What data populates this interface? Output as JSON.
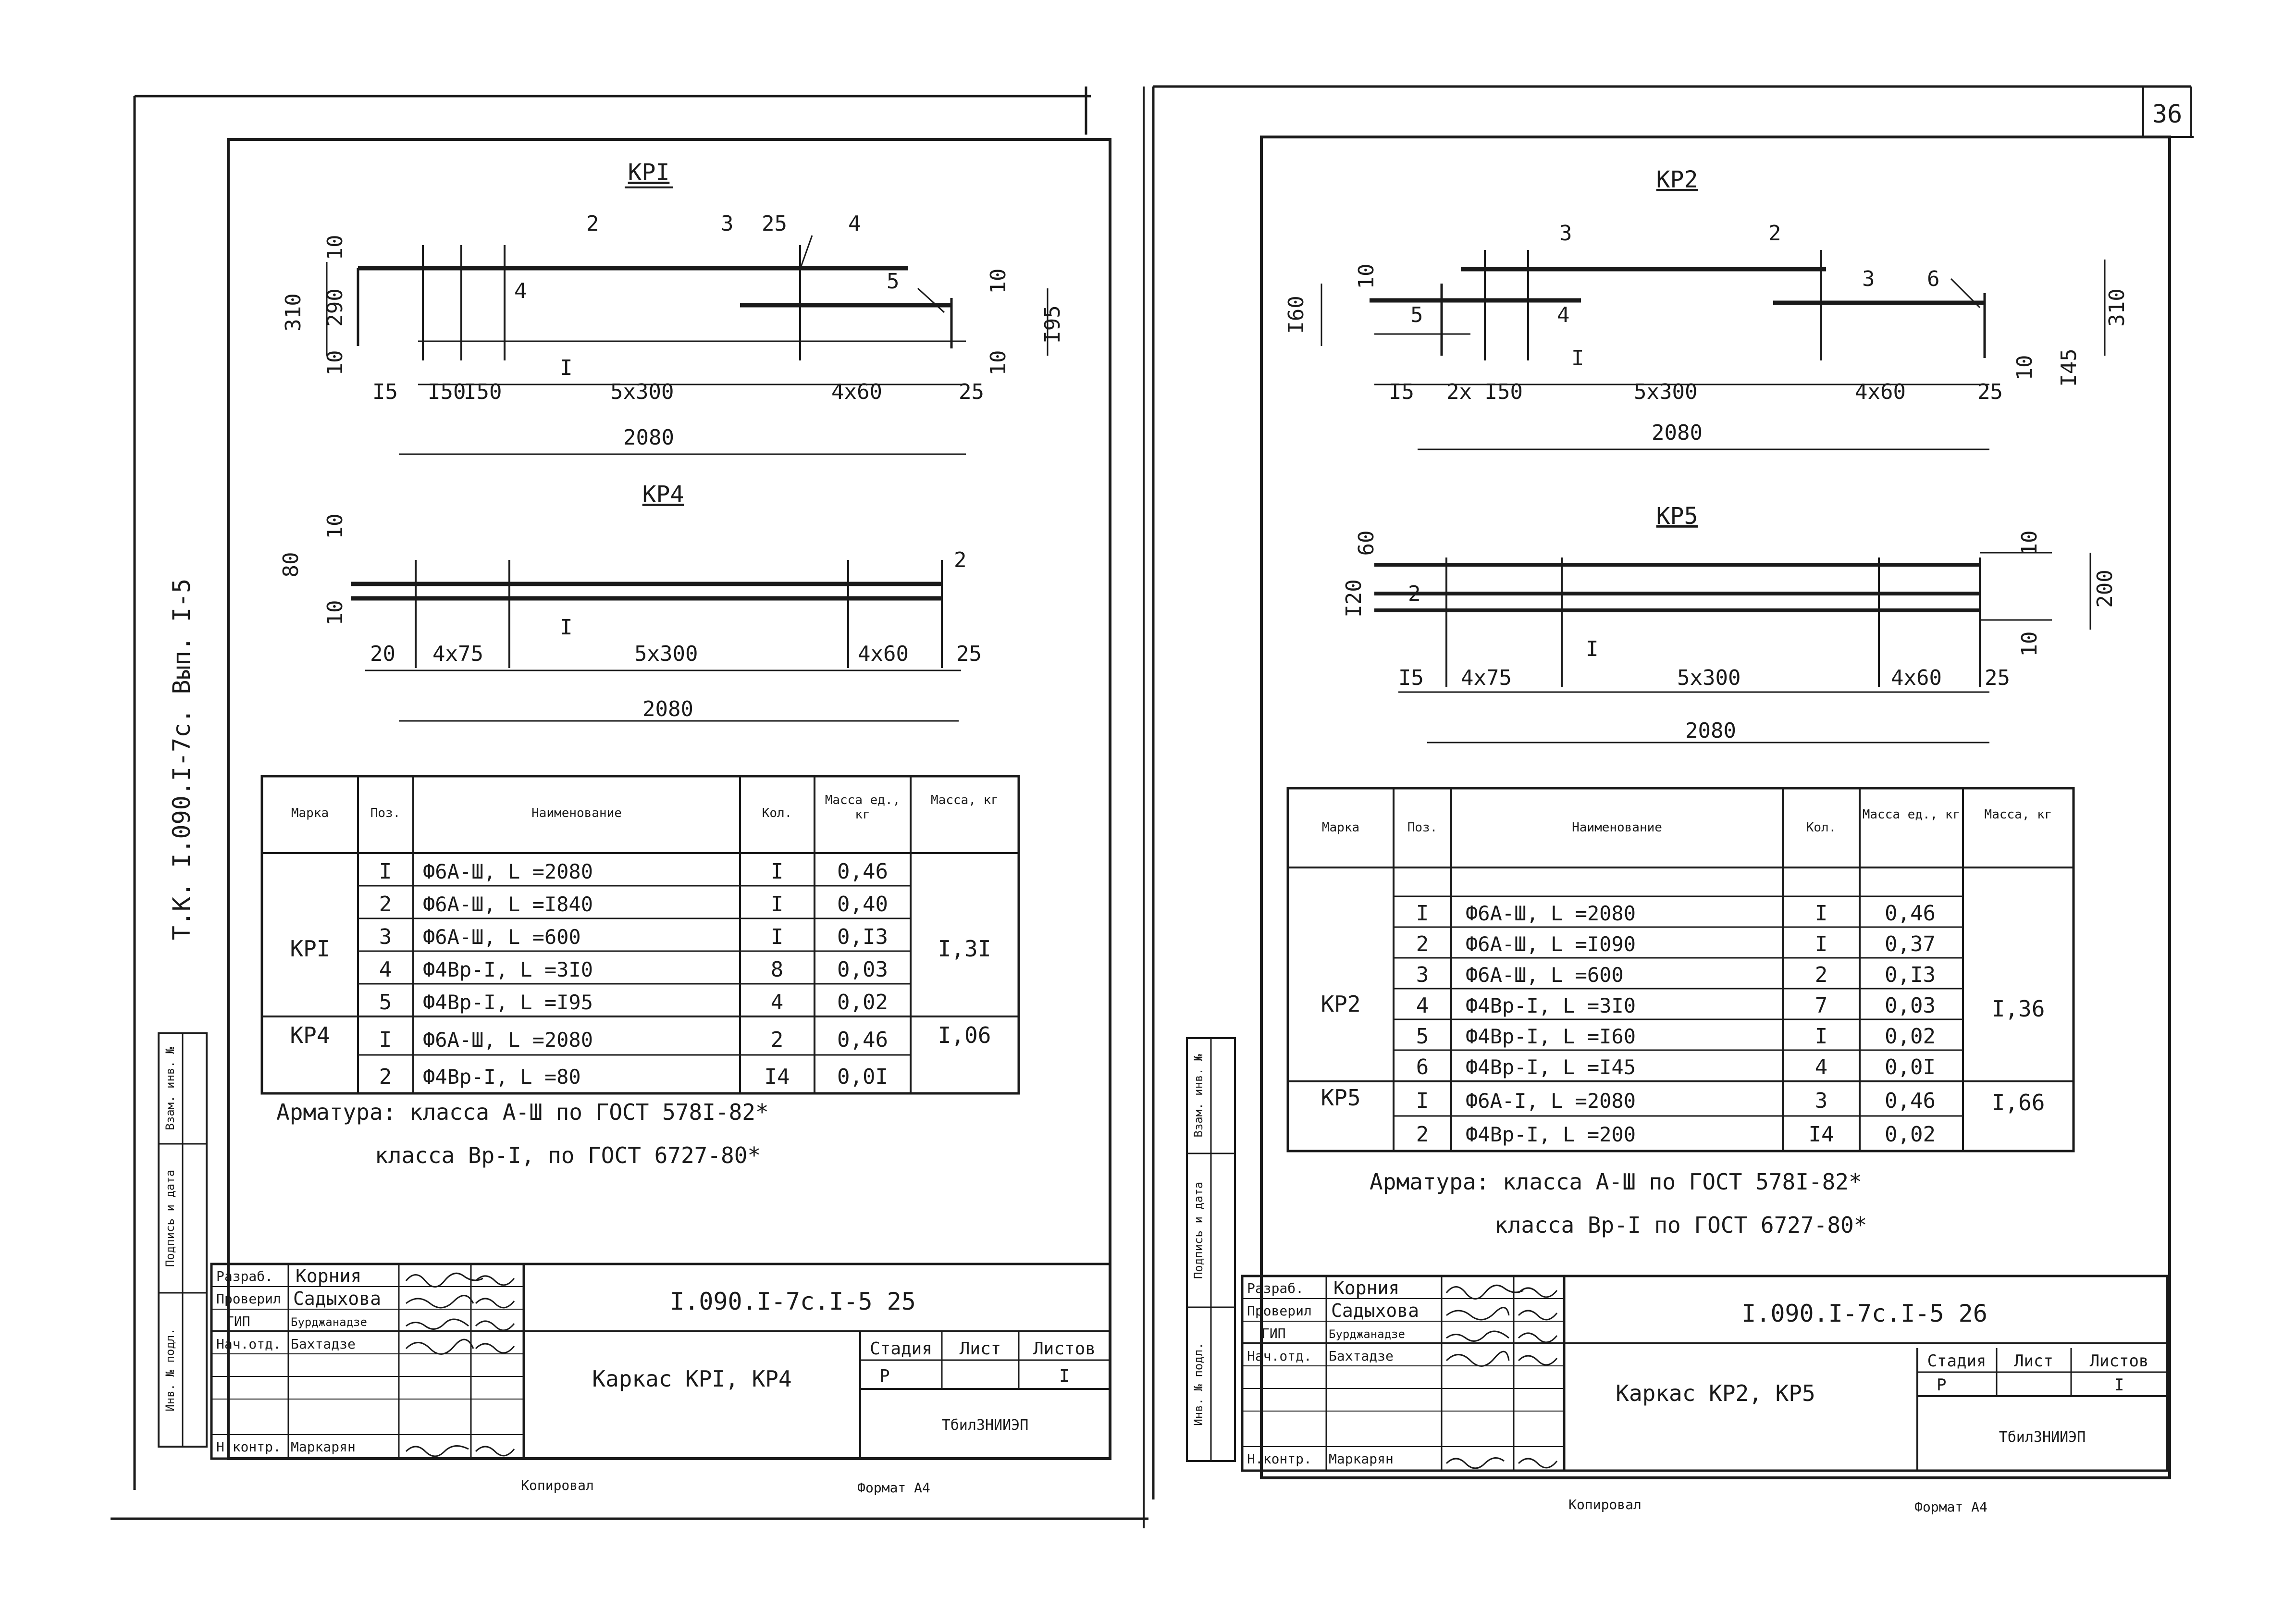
{
  "page_number": "36",
  "sheets": [
    {
      "side_caption": "Т.К. I.090.I-7с. Вып. I-5",
      "drawings": [
        {
          "title": "КРI",
          "dims": [
            "2",
            "3",
            "25",
            "4",
            "5",
            "4",
            "I",
            "310",
            "290",
            "10",
            "10",
            "10",
            "I95",
            "10",
            "I5",
            "I50",
            "I50",
            "5х300",
            "4х60",
            "25",
            "2080"
          ]
        },
        {
          "title": "КР4",
          "dims": [
            "10",
            "80",
            "10",
            "I",
            "2",
            "20",
            "4х75",
            "5х300",
            "4х60",
            "25",
            "2080"
          ]
        }
      ],
      "table": {
        "headers": [
          "Марка",
          "Поз.",
          "Наименование",
          "Кол.",
          "Масса ед., кг",
          "Масса, кг"
        ],
        "groups": [
          {
            "mark": "КРI",
            "total": "I,3I",
            "rows": [
              [
                "I",
                "Ф6А-Ш,  L =2080",
                "I",
                "0,46"
              ],
              [
                "2",
                "Ф6А-Ш,  L =I840",
                "I",
                "0,40"
              ],
              [
                "3",
                "Ф6А-Ш,  L =600",
                "I",
                "0,I3"
              ],
              [
                "4",
                "Ф4Вр-I,  L =3I0",
                "8",
                "0,03"
              ],
              [
                "5",
                "Ф4Вр-I,  L =I95",
                "4",
                "0,02"
              ]
            ]
          },
          {
            "mark": "КР4",
            "total": "I,06",
            "rows": [
              [
                "I",
                "Ф6А-Ш,  L =2080",
                "2",
                "0,46"
              ],
              [
                "2",
                "Ф4Вр-I,  L =80",
                "I4",
                "0,0I"
              ]
            ]
          }
        ]
      },
      "notes": [
        "Арматура: класса А-Ш по ГОСТ 578I-82*",
        "класса Вр-I, по ГОСТ 6727-80*"
      ],
      "side_labels": [
        "Взам. инв. №",
        "Подпись и дата",
        "Инв. № подл."
      ],
      "title_block": {
        "code": "I.090.I-7с.I-5 25",
        "name": "Каркас КРI, КР4",
        "roles": [
          "Разраб.",
          "Проверил",
          "ГИП",
          "Нач.отд.",
          "",
          "",
          "Н.контр."
        ],
        "persons": [
          "Корния",
          "Садыхова",
          "Бурджанадзе",
          "Бахтадзе",
          "",
          "",
          "Маркарян"
        ],
        "stage_header": "Стадия",
        "sheet_header": "Лист",
        "sheets_header": "Листов",
        "stage": "Р",
        "sheets_count": "I",
        "org": "ТбилЗНИИЭП"
      },
      "footer": {
        "copied": "Копировал",
        "format": "Формат А4"
      }
    },
    {
      "drawings": [
        {
          "title": "КР2",
          "dims": [
            "3",
            "2",
            "3",
            "6",
            "5",
            "4",
            "I",
            "I60",
            "10",
            "310",
            "10",
            "I45",
            "I5",
            "2х I50",
            "5х300",
            "4х60",
            "25",
            "2080"
          ]
        },
        {
          "title": "КР5",
          "dims": [
            "60",
            "I20",
            "2",
            "10",
            "200",
            "10",
            "I",
            "I5",
            "4х75",
            "5х300",
            "4х60",
            "25",
            "2080"
          ]
        }
      ],
      "table": {
        "headers": [
          "Марка",
          "Поз.",
          "Наименование",
          "Кол.",
          "Масса ед., кг",
          "Масса, кг"
        ],
        "groups": [
          {
            "mark": "КР2",
            "total": "I,36",
            "rows": [
              [
                "I",
                "Ф6А-Ш,  L =2080",
                "I",
                "0,46"
              ],
              [
                "2",
                "Ф6А-Ш,  L =I090",
                "I",
                "0,37"
              ],
              [
                "3",
                "Ф6А-Ш,  L =600",
                "2",
                "0,I3"
              ],
              [
                "4",
                "Ф4Вр-I,  L =3I0",
                "7",
                "0,03"
              ],
              [
                "5",
                "Ф4Вр-I,  L =I60",
                "I",
                "0,02"
              ],
              [
                "6",
                "Ф4Вр-I,  L =I45",
                "4",
                "0,0I"
              ]
            ]
          },
          {
            "mark": "КР5",
            "total": "I,66",
            "rows": [
              [
                "I",
                "Ф6А-I,  L =2080",
                "3",
                "0,46"
              ],
              [
                "2",
                "Ф4Вр-I,  L =200",
                "I4",
                "0,02"
              ]
            ]
          }
        ]
      },
      "notes": [
        "Арматура: класса А-Ш по ГОСТ 578I-82*",
        "класса Вр-I по ГОСТ 6727-80*"
      ],
      "side_labels": [
        "Взам. инв. №",
        "Подпись и дата",
        "Инв. № подл."
      ],
      "title_block": {
        "code": "I.090.I-7с.I-5 26",
        "name": "Каркас КР2, КР5",
        "roles": [
          "Разраб.",
          "Проверил",
          "ГИП",
          "Нач.отд.",
          "",
          "",
          "Н.контр."
        ],
        "persons": [
          "Корния",
          "Садыхова",
          "Бурджанадзе",
          "Бахтадзе",
          "",
          "",
          "Маркарян"
        ],
        "stage_header": "Стадия",
        "sheet_header": "Лист",
        "sheets_header": "Листов",
        "stage": "Р",
        "sheets_count": "I",
        "org": "ТбилЗНИИЭП"
      },
      "footer": {
        "copied": "Копировал",
        "format": "Формат А4"
      }
    }
  ]
}
